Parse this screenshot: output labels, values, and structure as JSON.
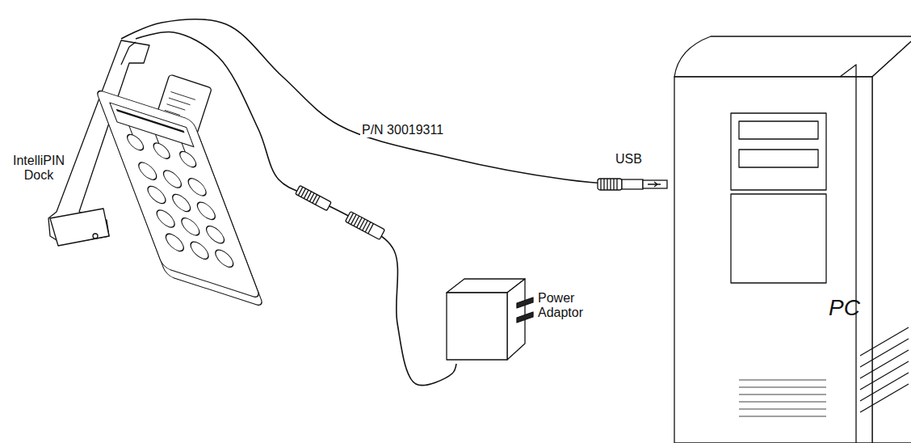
{
  "diagram": {
    "nodes": [
      {
        "text": [
          "IntelliPIN Dock"
        ]
      },
      {
        "text": [
          "Power Adaptor"
        ]
      },
      {
        "text": [
          "PC"
        ]
      }
    ],
    "edges": [
      {
        "from": 0,
        "to": 2,
        "label": "P/N 30019311",
        "arrow": "none"
      },
      {
        "from": 0,
        "to": 1,
        "arrow": "none"
      }
    ],
    "labels": [
      "USB"
    ]
  }
}
